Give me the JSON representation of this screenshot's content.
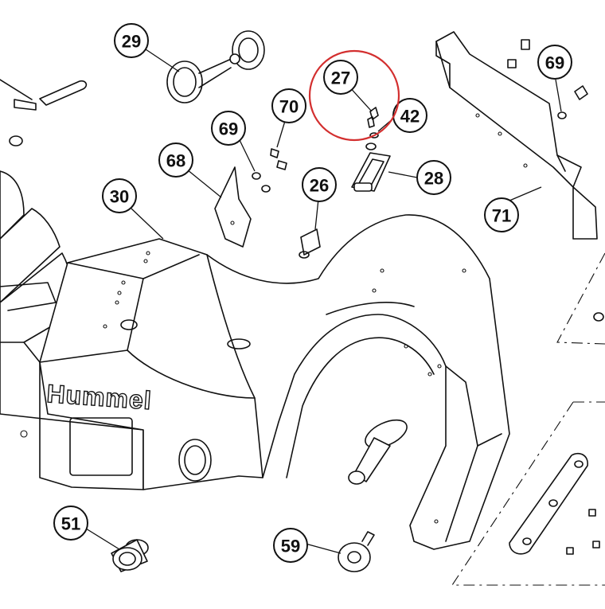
{
  "diagram": {
    "brand_label": "Hummel",
    "highlight_color": "#d32f2f",
    "line_color": "#111111",
    "callouts": [
      {
        "id": "c29",
        "label": "29"
      },
      {
        "id": "c27",
        "label": "27",
        "highlighted": true
      },
      {
        "id": "c70",
        "label": "70"
      },
      {
        "id": "c42",
        "label": "42"
      },
      {
        "id": "c69a",
        "label": "69"
      },
      {
        "id": "c69b",
        "label": "69"
      },
      {
        "id": "c68",
        "label": "68"
      },
      {
        "id": "c30",
        "label": "30"
      },
      {
        "id": "c26",
        "label": "26"
      },
      {
        "id": "c28",
        "label": "28"
      },
      {
        "id": "c71",
        "label": "71"
      },
      {
        "id": "c51",
        "label": "51"
      },
      {
        "id": "c59",
        "label": "59"
      }
    ]
  }
}
